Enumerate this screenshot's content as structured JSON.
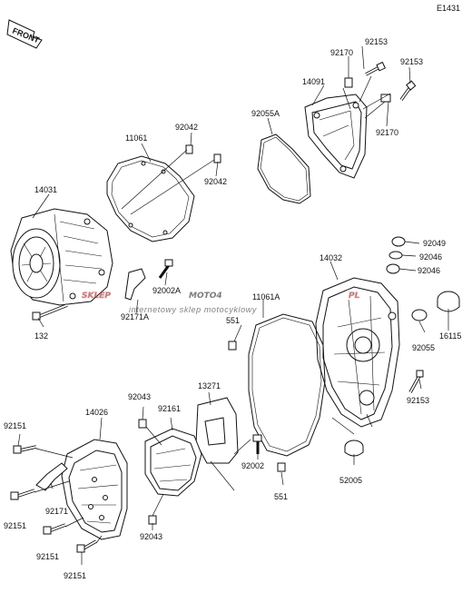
{
  "diagram_code": "E1431",
  "front_label": "FRONT",
  "watermark": {
    "brand_part1": "SKLEP",
    "brand_part2": "MOTO4",
    "brand_part3": "PL",
    "tagline": "internetowy sklep motocyklowy",
    "color": "#e85a5a"
  },
  "part_labels": [
    {
      "id": "p92153a",
      "text": "92153"
    },
    {
      "id": "p92170a",
      "text": "92170"
    },
    {
      "id": "p92153b",
      "text": "92153"
    },
    {
      "id": "p14091",
      "text": "14091"
    },
    {
      "id": "p92055a",
      "text": "92055A"
    },
    {
      "id": "p92170b",
      "text": "92170"
    },
    {
      "id": "p92042a",
      "text": "92042"
    },
    {
      "id": "p11061",
      "text": "11061"
    },
    {
      "id": "p92042b",
      "text": "92042"
    },
    {
      "id": "p14031",
      "text": "14031"
    },
    {
      "id": "p92049",
      "text": "92049"
    },
    {
      "id": "p92046a",
      "text": "92046"
    },
    {
      "id": "p14032",
      "text": "14032"
    },
    {
      "id": "p92046b",
      "text": "92046"
    },
    {
      "id": "p92002a",
      "text": "92002A"
    },
    {
      "id": "p92171a",
      "text": "92171A"
    },
    {
      "id": "p11061a",
      "text": "11061A"
    },
    {
      "id": "p551a",
      "text": "551"
    },
    {
      "id": "p132",
      "text": "132"
    },
    {
      "id": "p92055",
      "text": "92055"
    },
    {
      "id": "p16115",
      "text": "16115"
    },
    {
      "id": "p92153c",
      "text": "92153"
    },
    {
      "id": "p13271",
      "text": "13271"
    },
    {
      "id": "p92043a",
      "text": "92043"
    },
    {
      "id": "p92161",
      "text": "92161"
    },
    {
      "id": "p14026",
      "text": "14026"
    },
    {
      "id": "p92151a",
      "text": "92151"
    },
    {
      "id": "p92002",
      "text": "92002"
    },
    {
      "id": "p52005",
      "text": "52005"
    },
    {
      "id": "p92171",
      "text": "92171"
    },
    {
      "id": "p92151b",
      "text": "92151"
    },
    {
      "id": "p551b",
      "text": "551"
    },
    {
      "id": "p92151c",
      "text": "92151"
    },
    {
      "id": "p92043b",
      "text": "92043"
    },
    {
      "id": "p92151d",
      "text": "92151"
    }
  ]
}
